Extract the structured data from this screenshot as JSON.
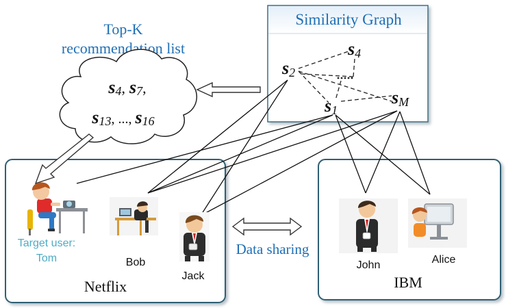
{
  "top_k_label": {
    "line1": "Top-K",
    "line2": "recommendation list"
  },
  "recommendation_list": {
    "line1": [
      {
        "base": "s",
        "sub": "4",
        "sep": ","
      },
      {
        "base": "s",
        "sub": "7",
        "sep": ","
      }
    ],
    "line2": [
      {
        "base": "s",
        "sub": "13",
        "sep": ", ..., "
      },
      {
        "base": "s",
        "sub": "16",
        "sep": ""
      }
    ]
  },
  "similarity_graph": {
    "title": "Similarity Graph",
    "nodes": {
      "s4": {
        "base": "s",
        "sub": "4"
      },
      "s2": {
        "base": "s",
        "sub": "2"
      },
      "s1": {
        "base": "s",
        "sub": "1"
      },
      "sM": {
        "base": "s",
        "sub": "M"
      }
    }
  },
  "netflix": {
    "name": "Netflix",
    "target_label_line1": "Target user:",
    "target_label_line2": "Tom",
    "users": [
      "Bob",
      "Jack"
    ]
  },
  "ibm": {
    "name": "IBM",
    "users": [
      "John",
      "Alice"
    ]
  },
  "data_sharing_label": "Data sharing",
  "colors": {
    "frame_border": "#2d5f73",
    "graph_header": "#dbe9f6",
    "blue_text": "#1f6fb5",
    "target_text": "#4bacc6"
  }
}
